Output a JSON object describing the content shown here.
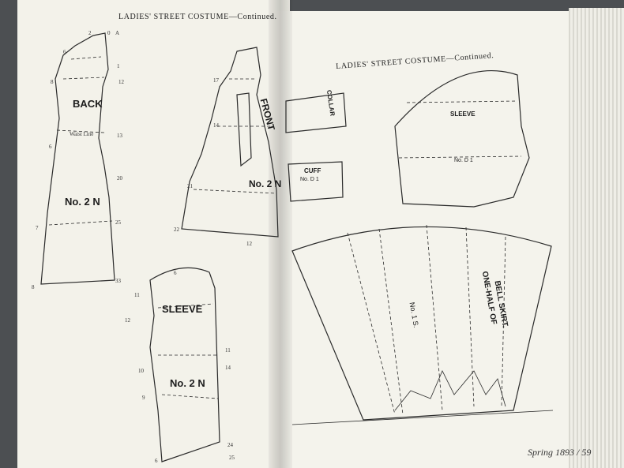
{
  "left_page": {
    "running_head": "LADIES' STREET COSTUME—Continued.",
    "back_label": "BACK",
    "back_no": "No. 2 N",
    "front_label": "FRONT",
    "front_no": "No. 2 N",
    "sleeve_label": "SLEEVE",
    "sleeve_no": "No. 2 N",
    "waist_line": "Waist Line",
    "nums": {
      "n2": "2",
      "n0": "0",
      "nA": "A",
      "n6a": "6",
      "n8a": "8",
      "n1a": "1",
      "n12": "12",
      "n13": "13",
      "n7": "7",
      "n20": "20",
      "n25": "25",
      "n8b": "8",
      "n33": "33",
      "n17": "17",
      "n14": "14",
      "n21": "21",
      "n22": "22",
      "n12b": "12",
      "n6s": "6",
      "n11": "11",
      "n10": "10",
      "n9": "9",
      "n24": "24",
      "n25b": "25",
      "n14s": "14"
    }
  },
  "right_page": {
    "running_head": "LADIES' STREET COSTUME—Continued.",
    "collar_label": "COLLAR",
    "cuff_label": "CUFF",
    "cuff_no": "No. D 1",
    "sleeve_label": "SLEEVE",
    "sleeve_no": "No. D 1",
    "skirt_title_1": "ONE-HALF OF",
    "skirt_title_2": "BELL SKIRT.",
    "skirt_no": "No. 1 S.",
    "folio": "Spring 1893  /  59"
  }
}
